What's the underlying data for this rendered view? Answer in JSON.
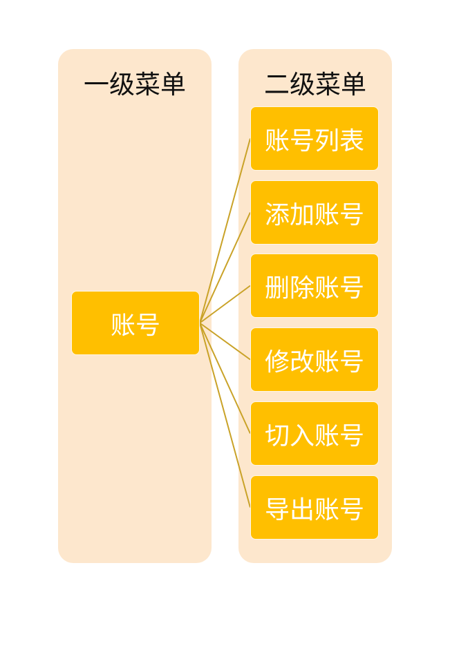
{
  "columns": {
    "level1_title": "一级菜单",
    "level2_title": "二级菜单"
  },
  "root": {
    "label": "账号"
  },
  "children": [
    {
      "label": "账号列表"
    },
    {
      "label": "添加账号"
    },
    {
      "label": "删除账号"
    },
    {
      "label": "修改账号"
    },
    {
      "label": "切入账号"
    },
    {
      "label": "导出账号"
    }
  ],
  "colors": {
    "column_bg": "#fde7cd",
    "node_fill": "#ffbf00",
    "node_text": "#ffffff",
    "connector": "#c9a227"
  }
}
